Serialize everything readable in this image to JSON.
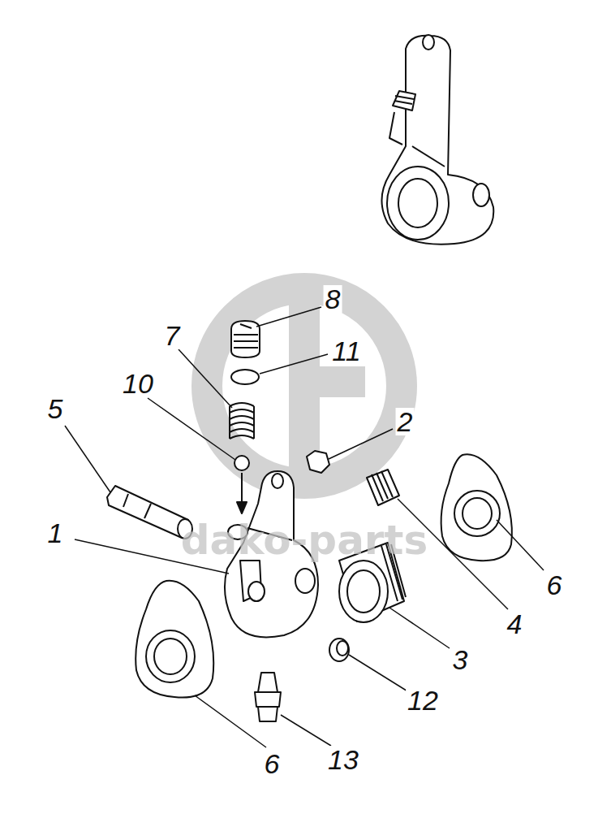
{
  "diagram": {
    "labels": [
      "8",
      "11",
      "7",
      "10",
      "5",
      "2",
      "1",
      "6",
      "4",
      "3",
      "12",
      "6",
      "13",
      "dako-parts"
    ]
  }
}
